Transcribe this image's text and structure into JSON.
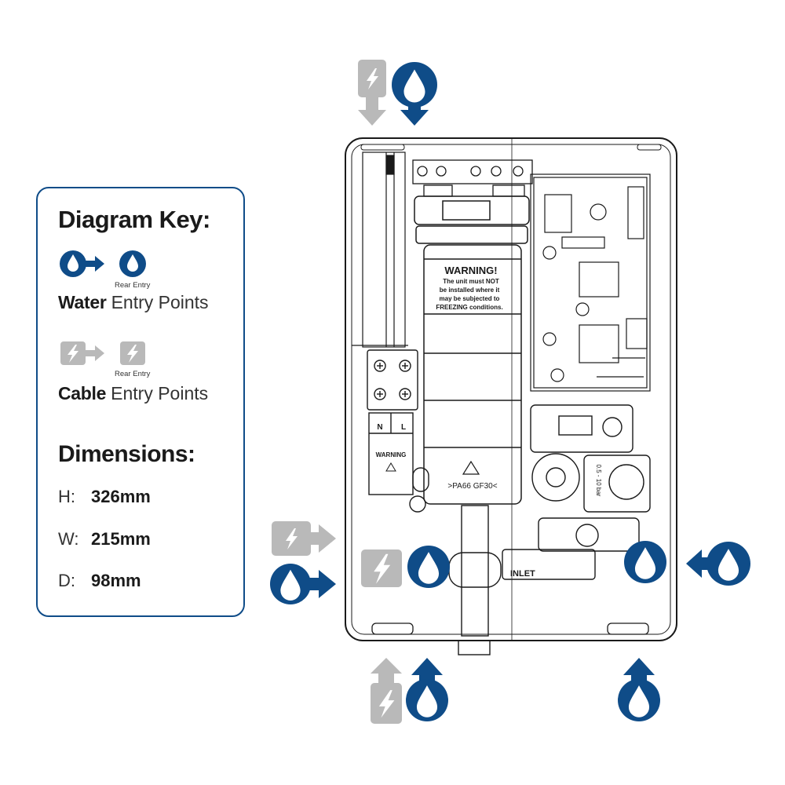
{
  "key": {
    "title": "Diagram Key:",
    "water": {
      "bold": "Water",
      "rest": "Entry Points",
      "rear_label": "Rear Entry"
    },
    "cable": {
      "bold": "Cable",
      "rest": "Entry Points",
      "rear_label": "Rear Entry"
    }
  },
  "dimensions": {
    "title": "Dimensions:",
    "rows": [
      {
        "label": "H:",
        "value": "326mm"
      },
      {
        "label": "W:",
        "value": "215mm"
      },
      {
        "label": "D:",
        "value": "98mm"
      }
    ]
  },
  "unit_labels": {
    "warning_title": "WARNING!",
    "warning_line1": "The unit must NOT",
    "warning_line2": "be installed where it",
    "warning_line3": "may be subjected to",
    "warning_line4": "FREEZING conditions.",
    "material": ">PA66 GF30<",
    "terminal_n": "N",
    "terminal_l": "L",
    "terminal_warning": "WARNING",
    "inlet": "INLET",
    "pressure": "0.5 - 10 bar"
  },
  "colors": {
    "water_blue": "#0f4c88",
    "cable_grey": "#b9b9b9",
    "line": "#1a1a1a"
  },
  "icons": [
    "water-drop-icon",
    "lightning-bolt-icon",
    "arrow-icon"
  ]
}
